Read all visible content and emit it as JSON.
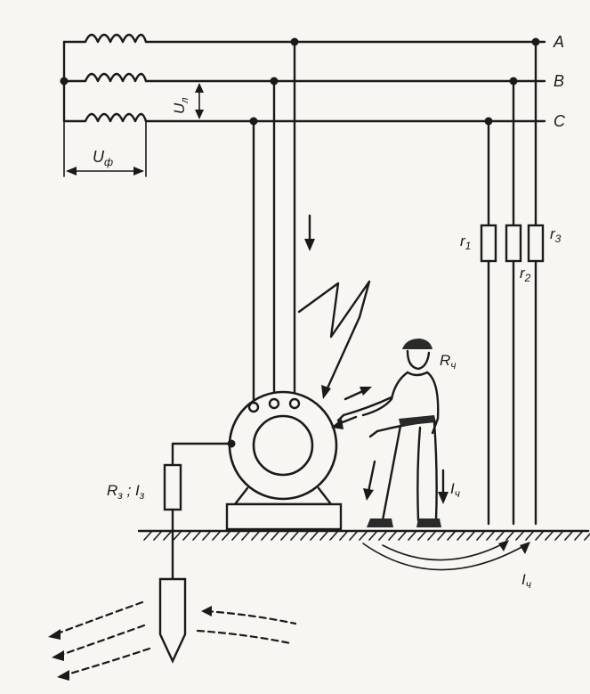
{
  "phases": [
    "A",
    "B",
    "C"
  ],
  "labels": {
    "line_voltage": "U",
    "line_voltage_sub": "л",
    "phase_voltage": "U",
    "phase_voltage_sub": "ф",
    "r1": "r",
    "r1_sub": "1",
    "r2": "r",
    "r2_sub": "2",
    "r3": "r",
    "r3_sub": "3",
    "human_resistance": "R",
    "human_resistance_sub": "ч",
    "human_current": "I",
    "human_current_sub": "ч",
    "ground_current": "I",
    "ground_current_sub": "ч",
    "ground_resistance": "R",
    "ground_resistance_sub": "з",
    "ground_sep": " ; ",
    "ground_current_z": "I",
    "ground_current_z_sub": "з"
  }
}
